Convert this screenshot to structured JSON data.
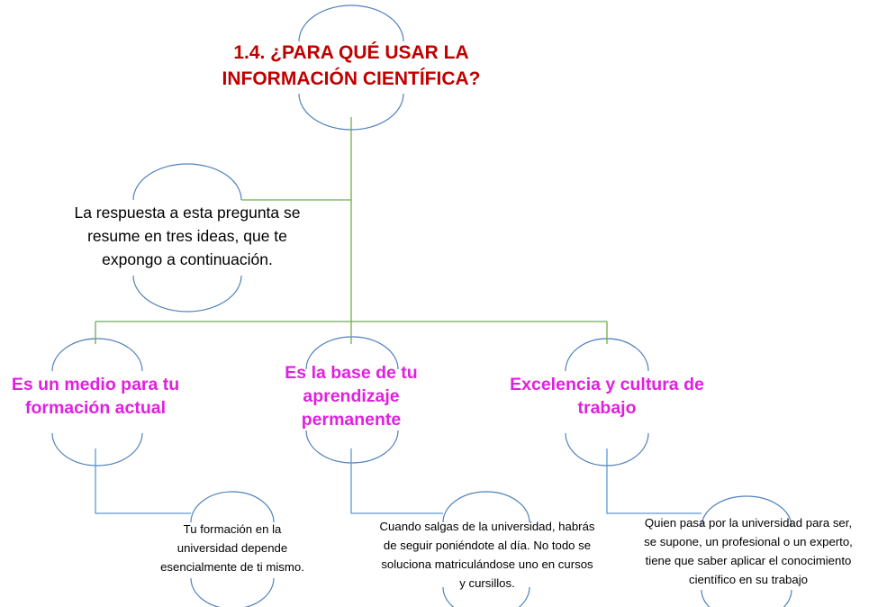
{
  "title": {
    "line1": "1.4.  ¿PARA QUÉ USAR LA",
    "line2": "INFORMACIÓN CIENTÍFICA?"
  },
  "intro": {
    "line1": "La respuesta a esta pregunta se",
    "line2": "resume en tres ideas, que te",
    "line3": "expongo a continuación."
  },
  "branches": [
    {
      "label_lines": [
        "Es un medio para tu",
        "formación actual"
      ],
      "detail_lines": [
        "Tu formación en la",
        "universidad depende",
        "esencialmente de ti mismo."
      ]
    },
    {
      "label_lines": [
        "Es la base de tu",
        "aprendizaje",
        "permanente"
      ],
      "detail_lines": [
        "Cuando salgas de la universidad, habrás",
        "de seguir poniéndote al día. No todo se",
        "soluciona matriculándose uno en cursos",
        "y cursillos."
      ]
    },
    {
      "label_lines": [
        "Excelencia y cultura de",
        "trabajo"
      ],
      "detail_lines": [
        "Quien pasa por la universidad para ser,",
        "se supone, un profesional o un experto,",
        "tiene que saber aplicar el conocimiento",
        "científico en su trabajo"
      ]
    }
  ],
  "colors": {
    "title": "#c00000",
    "branch": "#e020e0",
    "green_connector": "#70ad47",
    "blue_connector": "#5b9bd5",
    "arc": "#4f81bd"
  }
}
